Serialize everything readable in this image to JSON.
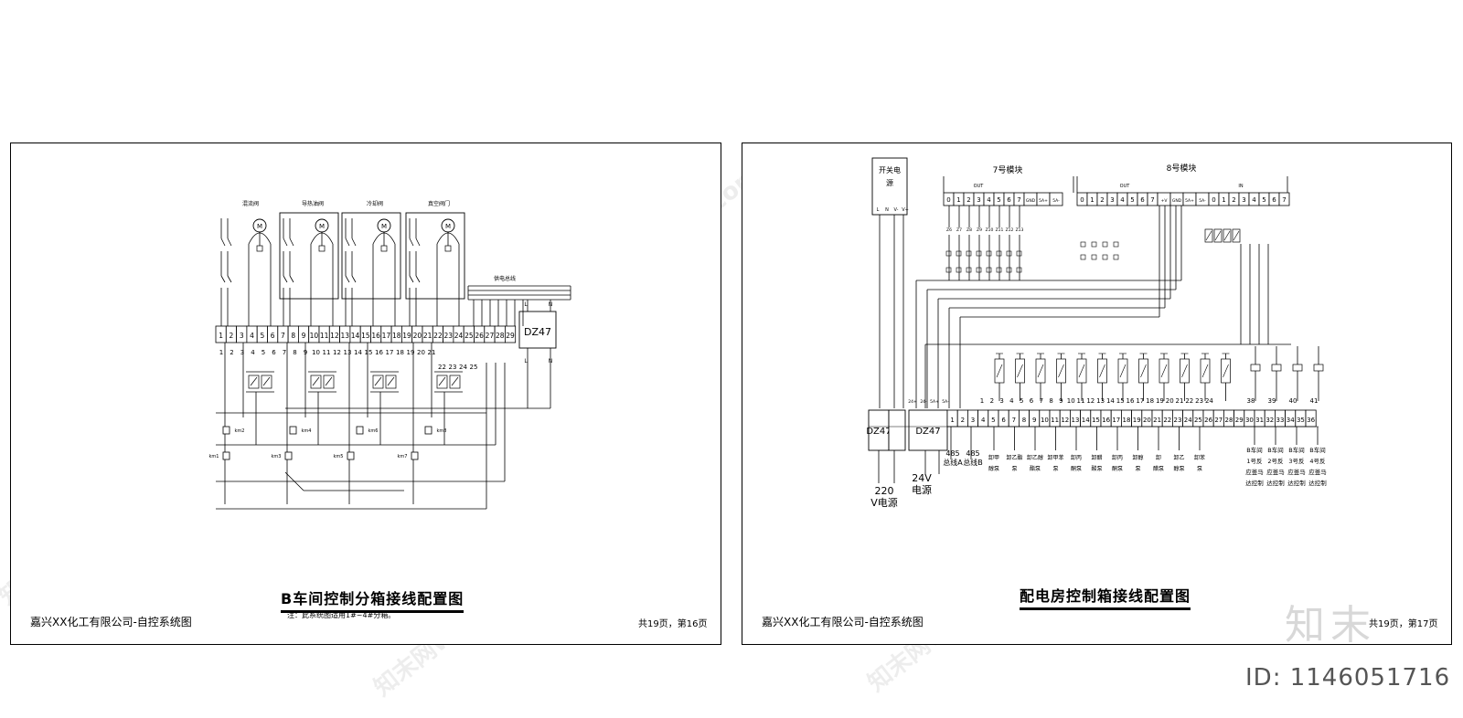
{
  "left_sheet": {
    "title": "B车间控制分箱接线配置图",
    "company": "嘉兴XX化工有限公司-自控系统图",
    "page": "共19页，第16页",
    "note": "注：此系统图适用1#~4#分箱。",
    "breaker": "DZ47",
    "section_labels": [
      "混流阀",
      "导热油阀",
      "冷却阀",
      "真空阀门"
    ],
    "bus_label": "供电总线",
    "terminals": [
      "1",
      "2",
      "3",
      "4",
      "5",
      "6",
      "7",
      "8",
      "9",
      "10",
      "11",
      "12",
      "13",
      "14",
      "15",
      "16",
      "17",
      "18",
      "19",
      "20",
      "21",
      "22",
      "23",
      "24",
      "25",
      "26",
      "27",
      "28",
      "29"
    ],
    "lower_numbers": [
      "1",
      "2",
      "3",
      "4",
      "5",
      "6",
      "7",
      "8",
      "9",
      "10",
      "11",
      "12",
      "13",
      "14",
      "15",
      "16",
      "17",
      "18",
      "19",
      "20",
      "21",
      "22",
      "23",
      "24",
      "25"
    ],
    "relay_labels": [
      "km2",
      "km4",
      "km6",
      "km8"
    ],
    "coil_labels": [
      "km1",
      "km3",
      "km5",
      "km7"
    ],
    "breaker_terms": [
      "L",
      "N"
    ]
  },
  "right_sheet": {
    "title": "配电房控制箱接线配置图",
    "company": "嘉兴XX化工有限公司-自控系统图",
    "page": "共19页，第17页",
    "power_supply": "开关电\n源",
    "power_terms": [
      "L",
      "N",
      "V-",
      "V+"
    ],
    "module7": {
      "title": "7号模块",
      "sub": "OUT",
      "pins": [
        "0",
        "1",
        "2",
        "3",
        "4",
        "5",
        "6",
        "7",
        "GND",
        "5A+",
        "5A-"
      ],
      "relay_ids": [
        "Z6",
        "Z7",
        "Z8",
        "Z9",
        "Z10",
        "Z11",
        "Z12",
        "Z13"
      ]
    },
    "module8": {
      "title": "8号模块",
      "out_sub": "OUT",
      "in_sub": "IN",
      "pins": [
        "0",
        "1",
        "2",
        "3",
        "4",
        "5",
        "6",
        "7",
        "+V",
        "GND",
        "5A+",
        "5A-",
        "0",
        "1",
        "2",
        "3",
        "4",
        "5",
        "6",
        "7"
      ]
    },
    "breaker": "DZ47",
    "breaker2": "DZ47",
    "bus_terms_top": [
      "24+",
      "24-",
      "5A+",
      "5A-",
      "1",
      "2",
      "3",
      "4",
      "5",
      "6",
      "7",
      "8",
      "9",
      "10",
      "11",
      "12",
      "13",
      "14",
      "15",
      "16",
      "17",
      "18",
      "19",
      "20",
      "21",
      "22",
      "23",
      "24",
      "38",
      "39",
      "40",
      "41"
    ],
    "terminal_strip": [
      "1",
      "2",
      "3",
      "4",
      "5",
      "6",
      "7",
      "8",
      "9",
      "10",
      "11",
      "12",
      "13",
      "14",
      "15",
      "16",
      "17",
      "18",
      "19",
      "20",
      "21",
      "22",
      "23",
      "24",
      "25",
      "26",
      "27",
      "28",
      "29",
      "30",
      "31",
      "32",
      "33",
      "34",
      "35",
      "36"
    ],
    "power_label": "220\nV电源",
    "dc_label": "24V\n电源",
    "rs485_labels": [
      "485\n总线A",
      "485\n总线B"
    ],
    "load_labels": [
      "卸甲\n醇泵",
      "卸乙酯\n泵",
      "卸乙醇\n酯泵",
      "卸甲苯\n泵",
      "卸丙\n酮泵",
      "卸醋\n酸泵",
      "卸丙\n酮泵",
      "卸醇\n泵",
      "卸\n醋泵",
      "卸乙\n醇泵",
      "卸苯\n泵"
    ],
    "b_labels": [
      "B车间\n1号反\n应釜马\n达控制",
      "B车间\n2号反\n应釜马\n达控制",
      "B车间\n3号反\n应釜马\n达控制",
      "B车间\n4号反\n应釜马\n达控制"
    ]
  },
  "watermark": "知末网www.znzmo.com",
  "brand": {
    "logo": "知末",
    "id": "ID: 1146051716"
  }
}
